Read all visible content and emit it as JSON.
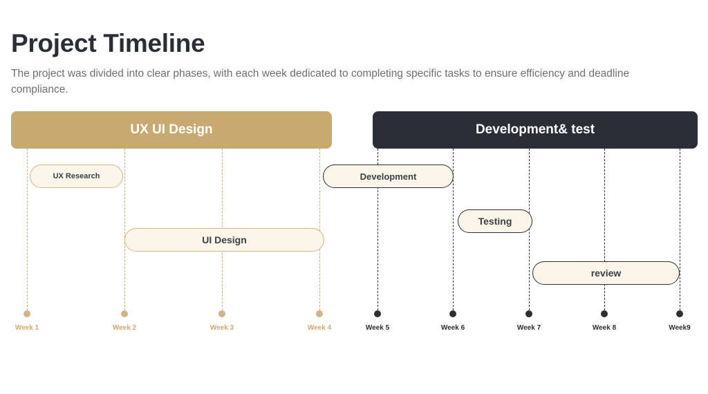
{
  "header": {
    "title": "Project Timeline",
    "subtitle": "The project was divided into clear phases, with each week dedicated to completing specific tasks to ensure efficiency and deadline compliance."
  },
  "phases": [
    {
      "label": "UX UI Design",
      "color": "#c8a970"
    },
    {
      "label": "Development& test",
      "color": "#2a2f37"
    }
  ],
  "weeks": [
    "Week 1",
    "Week 2",
    "Week 3",
    "Week 4",
    "Week 5",
    "Week 6",
    "Week 7",
    "Week 8",
    "Week9"
  ],
  "tasks": [
    {
      "label": "UX Research"
    },
    {
      "label": "UI Design"
    },
    {
      "label": "Development"
    },
    {
      "label": "Testing"
    },
    {
      "label": "review"
    }
  ],
  "colors": {
    "accent": "#c8a970",
    "dark": "#2a2f37",
    "task_fill": "#fbf5ea"
  }
}
